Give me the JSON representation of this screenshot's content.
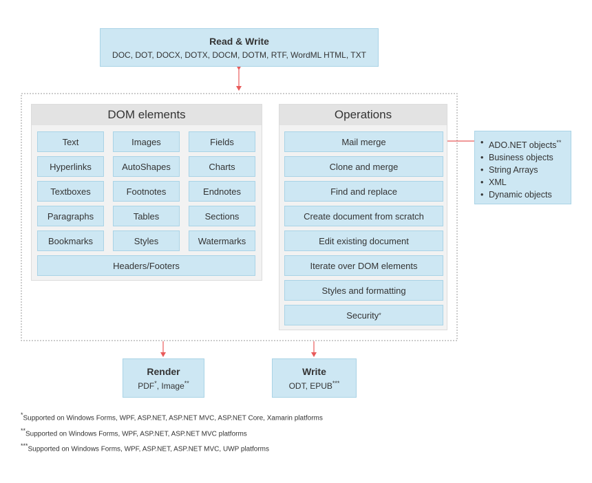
{
  "read_write": {
    "title": "Read & Write",
    "formats": "DOC, DOT, DOCX, DOTX, DOCM, DOTM, RTF, WordML HTML, TXT"
  },
  "dom": {
    "title": "DOM elements",
    "cells": [
      "Text",
      "Images",
      "Fields",
      "Hyperlinks",
      "AutoShapes",
      "Charts",
      "Textboxes",
      "Footnotes",
      "Endnotes",
      "Paragraphs",
      "Tables",
      "Sections",
      "Bookmarks",
      "Styles",
      "Watermarks"
    ],
    "wide_cell": "Headers/Footers"
  },
  "operations": {
    "title": "Operations",
    "items": [
      "Mail merge",
      "Clone and merge",
      "Find and replace",
      "Create document from scratch",
      "Edit existing document",
      "Iterate over DOM elements",
      "Styles and formatting",
      "Security"
    ],
    "security_mark": "*"
  },
  "sources": {
    "items": [
      "ADO.NET objects",
      "Business objects",
      "String Arrays",
      "XML",
      "Dynamic objects"
    ],
    "ado_mark": "**"
  },
  "render": {
    "title": "Render",
    "pdf": "PDF",
    "pdf_mark": "*",
    "sep": ", Image",
    "image_mark": "**"
  },
  "write": {
    "title": "Write",
    "formats": "ODT, EPUB",
    "mark": "***"
  },
  "footnotes": [
    {
      "mark": "*",
      "text": "Supported on Windows Forms, WPF, ASP.NET, ASP.NET MVC, ASP.NET Core, Xamarin platforms"
    },
    {
      "mark": "**",
      "text": "Supported on Windows Forms, WPF, ASP.NET, ASP.NET MVC platforms"
    },
    {
      "mark": "***",
      "text": "Supported on Windows Forms, WPF, ASP.NET, ASP.NET MVC, UWP platforms"
    }
  ],
  "colors": {
    "box_fill": "#cde7f3",
    "box_border": "#a9d3e6",
    "arrow": "#e85a5a",
    "panel": "#f2f2f2",
    "panel_head": "#e3e3e3"
  }
}
